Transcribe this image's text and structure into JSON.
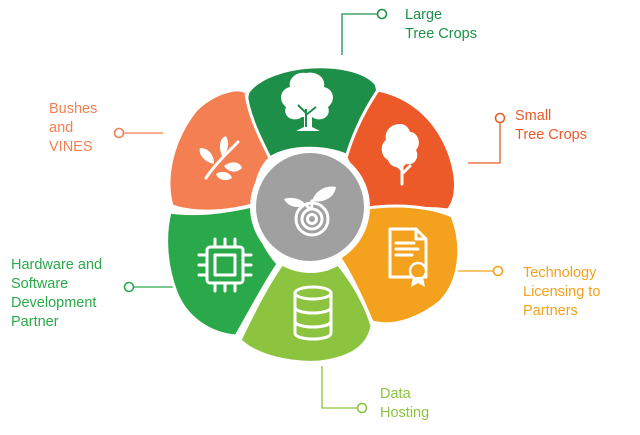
{
  "center": {
    "icon": "sprout-seed-icon",
    "color": "#a0a0a0"
  },
  "segments": [
    {
      "id": "large-tree-crops",
      "label": "Large\nTree Crops",
      "color": "#1d8f48",
      "icon": "tree-icon"
    },
    {
      "id": "small-tree-crops",
      "label": "Small\nTree Crops",
      "color": "#ec5a2a",
      "icon": "small-tree-icon"
    },
    {
      "id": "technology-licensing",
      "label": "Technology\nLicensing to\nPartners",
      "color": "#f4a11d",
      "icon": "certificate-icon"
    },
    {
      "id": "data-hosting",
      "label": "Data\nHosting",
      "color": "#8cc43f",
      "icon": "database-icon"
    },
    {
      "id": "hardware-software",
      "label": "Hardware and\nSoftware\nDevelopment\nPartner",
      "color": "#2aa94b",
      "icon": "chip-icon"
    },
    {
      "id": "bushes-vines",
      "label": "Bushes\nand\nVINES",
      "color": "#f47f52",
      "icon": "branch-icon"
    }
  ]
}
